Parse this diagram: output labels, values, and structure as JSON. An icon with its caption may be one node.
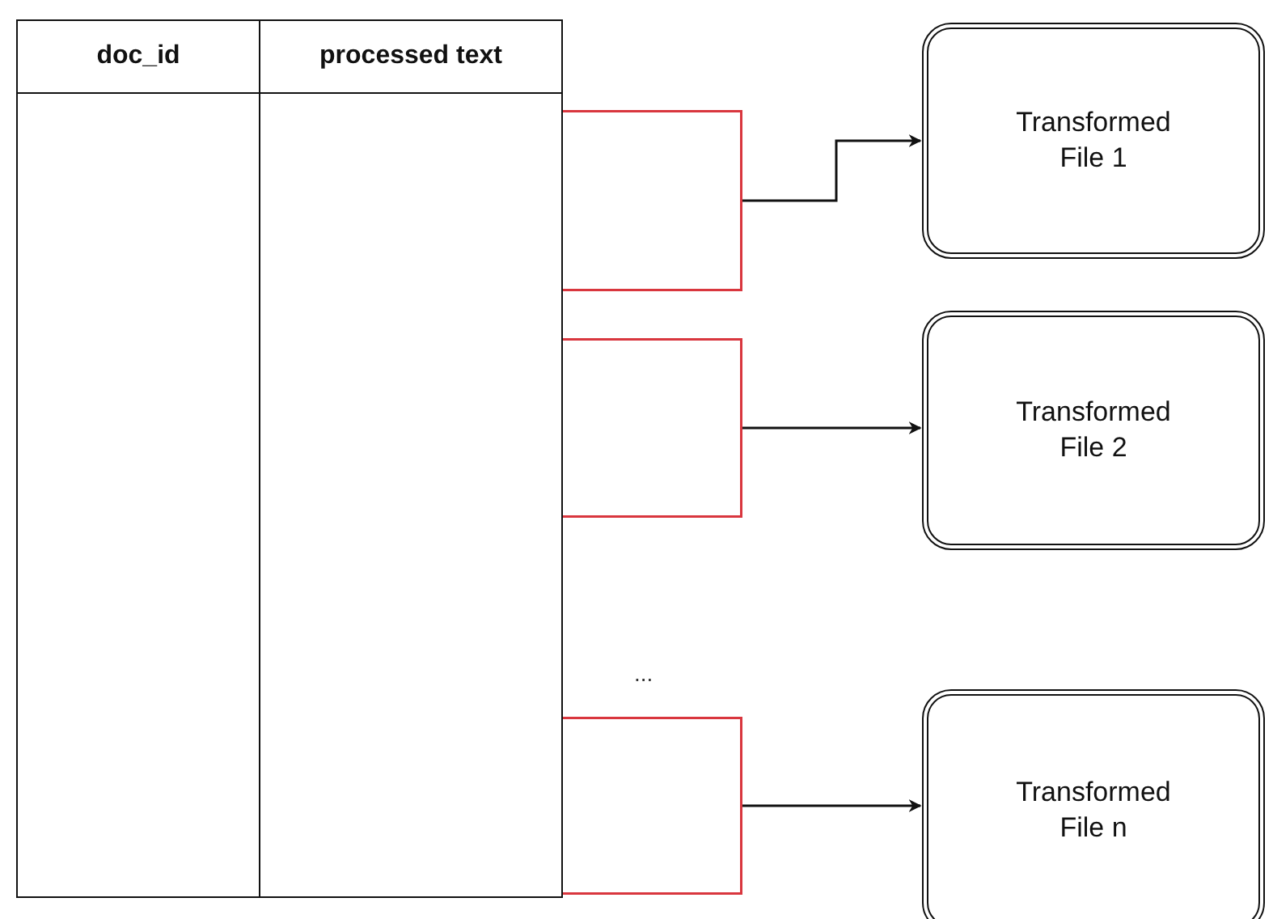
{
  "diagram": {
    "nodes": [
      {
        "text": [
          "doc_id",
          "processed text"
        ]
      },
      {
        "text": [],
        "shape": "bracket"
      },
      {
        "text": [],
        "shape": "bracket"
      },
      {
        "text": [],
        "shape": "bracket"
      },
      {
        "text": [
          "Transformed File 1"
        ]
      },
      {
        "text": [
          "Transformed File 2"
        ]
      },
      {
        "text": [
          "Transformed File n"
        ]
      }
    ],
    "edges": [
      {
        "from": 1,
        "to": 4,
        "arrow": "to"
      },
      {
        "from": 2,
        "to": 5,
        "arrow": "to"
      },
      {
        "from": 3,
        "to": 6,
        "arrow": "to"
      }
    ],
    "labels": [
      "..."
    ]
  }
}
